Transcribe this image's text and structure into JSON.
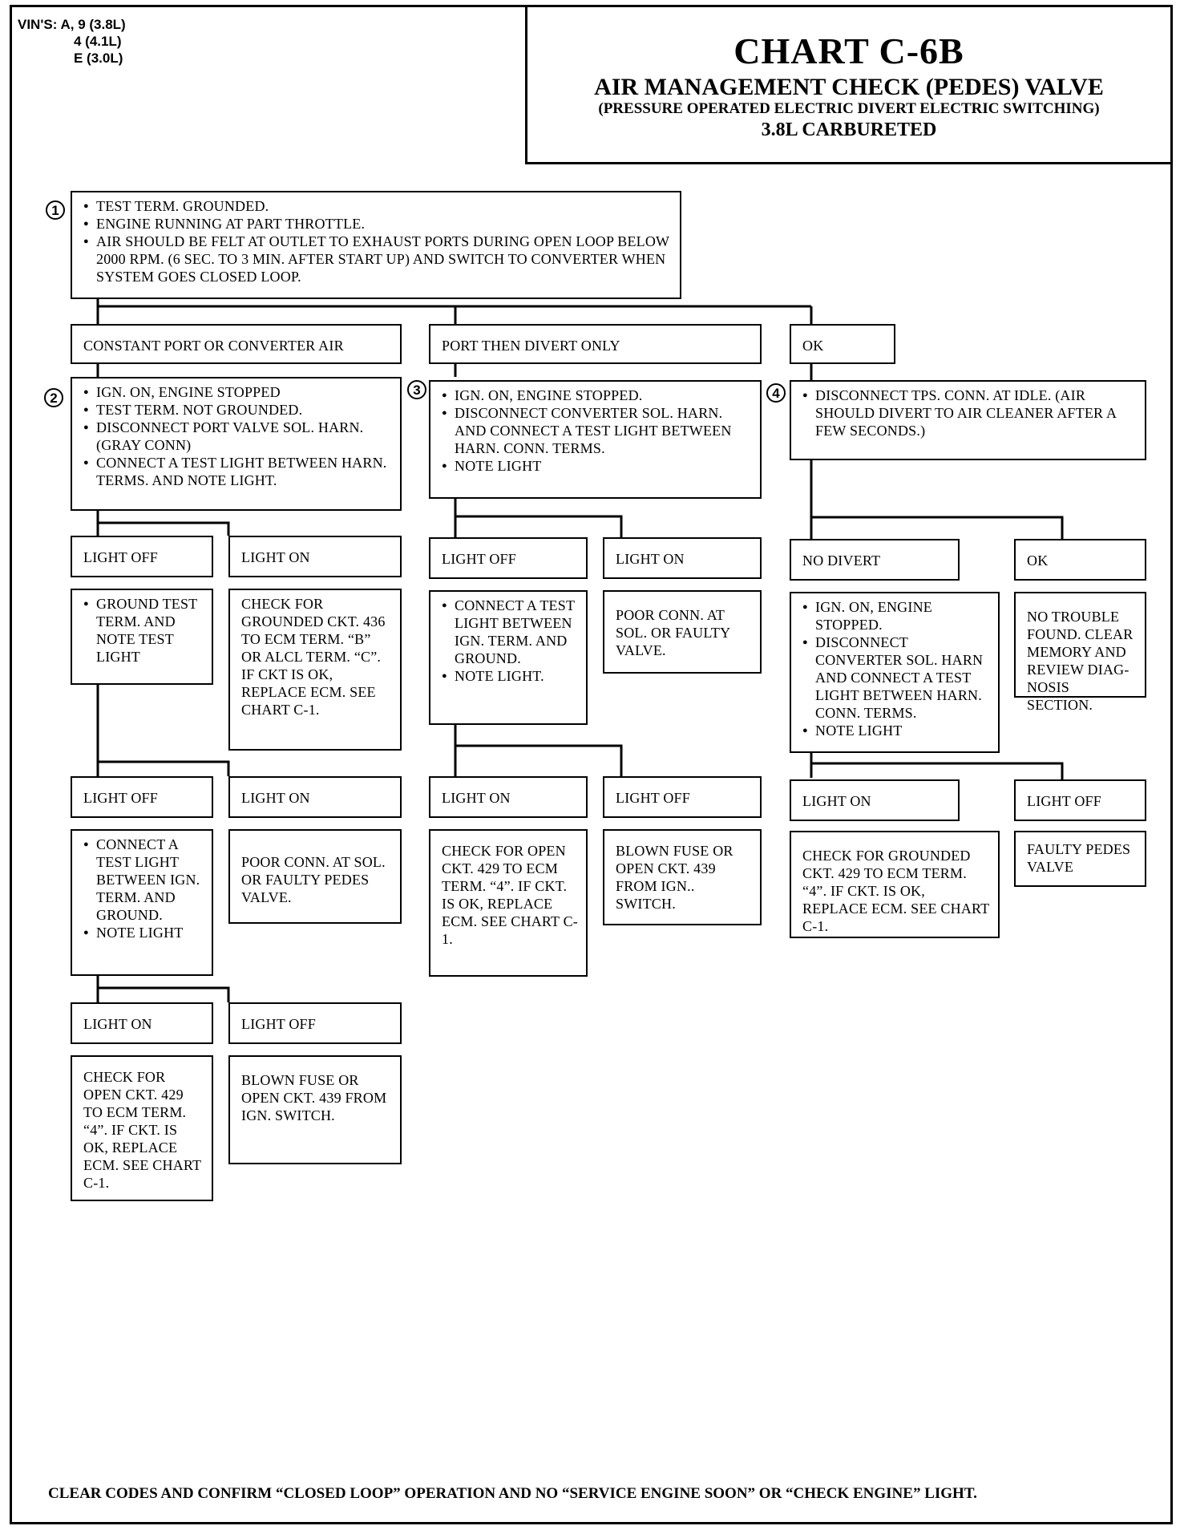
{
  "vins": [
    "VIN'S: A, 9 (3.8L)",
    "4 (4.1L)",
    "E (3.0L)"
  ],
  "header": {
    "title": "CHART C-6B",
    "subtitle": "AIR MANAGEMENT CHECK (PEDES) VALVE",
    "subtitle2": "(PRESSURE OPERATED ELECTRIC DIVERT ELECTRIC SWITCHING)",
    "subtitle3": "3.8L CARBURETED"
  },
  "steps": {
    "s1": {
      "number": "1",
      "items": [
        "TEST TERM. GROUNDED.",
        "ENGINE RUNNING AT PART THROTTLE.",
        "AIR SHOULD BE FELT AT OUTLET TO EXHAUST PORTS DURING OPEN LOOP BELOW 2000 RPM. (6 SEC. TO 3 MIN. AFTER START UP) AND SWITCH TO CONVERTER WHEN SYSTEM GOES CLOSED LOOP."
      ]
    },
    "s2": {
      "number": "2",
      "items": [
        "IGN. ON, ENGINE STOPPED",
        "TEST TERM. NOT GROUNDED.",
        "DISCONNECT PORT VALVE SOL. HARN. (GRAY CONN)",
        "CONNECT A TEST LIGHT BETWEEN HARN. TERMS. AND NOTE LIGHT."
      ]
    },
    "s3": {
      "number": "3",
      "items": [
        "IGN. ON, ENGINE STOPPED.",
        "DISCONNECT CONVERTER SOL. HARN. AND CONNECT A TEST LIGHT BETWEEN HARN. CONN. TERMS.",
        "NOTE LIGHT"
      ]
    },
    "s4": {
      "number": "4",
      "items": [
        "DISCONNECT TPS. CONN. AT IDLE. (AIR SHOULD DIVERT TO AIR CLEANER AFTER A FEW SECONDS.)"
      ]
    }
  },
  "branches": {
    "b_constant": "CONSTANT PORT OR CONVERTER AIR",
    "b_port": "PORT THEN DIVERT ONLY",
    "b_ok": "OK"
  },
  "col1": {
    "l1_off": "LIGHT OFF",
    "l1_on": "LIGHT ON",
    "ground_items": [
      "GROUND TEST TERM. AND NOTE TEST LIGHT"
    ],
    "check_436": "CHECK FOR GROUNDED CKT. 436 TO ECM TERM. “B” OR ALCL TERM. “C”. IF CKT IS OK, REPLACE ECM. SEE CHART C-1.",
    "l2_off": "LIGHT OFF",
    "l2_on": "LIGHT ON",
    "connect_items": [
      "CONNECT A TEST LIGHT BETWEEN IGN. TERM. AND GROUND.",
      "NOTE LIGHT"
    ],
    "poor_conn": "POOR CONN. AT SOL. OR FAULTY PEDES VALVE.",
    "l3_on": "LIGHT ON",
    "l3_off": "LIGHT OFF",
    "check_429": "CHECK FOR OPEN CKT. 429 TO ECM TERM. “4”. IF CKT. IS OK, REPLACE ECM. SEE CHART C-1.",
    "blown_fuse": "BLOWN FUSE OR OPEN CKT. 439 FROM IGN. SWITCH."
  },
  "col2": {
    "l1_off": "LIGHT OFF",
    "l1_on": "LIGHT ON",
    "connect_items": [
      "CONNECT A TEST LIGHT BETWEEN IGN. TERM. AND GROUND.",
      "NOTE LIGHT."
    ],
    "poor_conn": "POOR CONN. AT SOL. OR FAULTY VALVE.",
    "l2_on": "LIGHT ON",
    "l2_off": "LIGHT OFF",
    "check_429": "CHECK FOR OPEN CKT. 429 TO ECM TERM. “4”. IF CKT. IS OK, REPLACE ECM. SEE CHART C-1.",
    "blown_fuse": "BLOWN FUSE OR OPEN CKT. 439 FROM IGN.. SWITCH."
  },
  "col3": {
    "no_divert": "NO DIVERT",
    "ok": "OK",
    "ign_items": [
      "IGN. ON, ENGINE STOPPED.",
      "DISCONNECT CONVERTER SOL. HARN AND CONNECT A TEST LIGHT BETWEEN HARN. CONN. TERMS.",
      "NOTE LIGHT"
    ],
    "no_trouble": "NO TROUBLE FOUND. CLEAR MEMORY AND REVIEW DIAG-NOSIS SECTION.",
    "l_on": "LIGHT ON",
    "l_off": "LIGHT OFF",
    "check_grounded": "CHECK FOR GROUNDED CKT. 429 TO ECM TERM. “4”. IF CKT. IS OK, REPLACE ECM. SEE CHART C-1.",
    "faulty": "FAULTY PEDES VALVE"
  },
  "footer": "CLEAR CODES AND CONFIRM “CLOSED LOOP” OPERATION AND NO “SERVICE ENGINE SOON” OR “CHECK ENGINE” LIGHT."
}
